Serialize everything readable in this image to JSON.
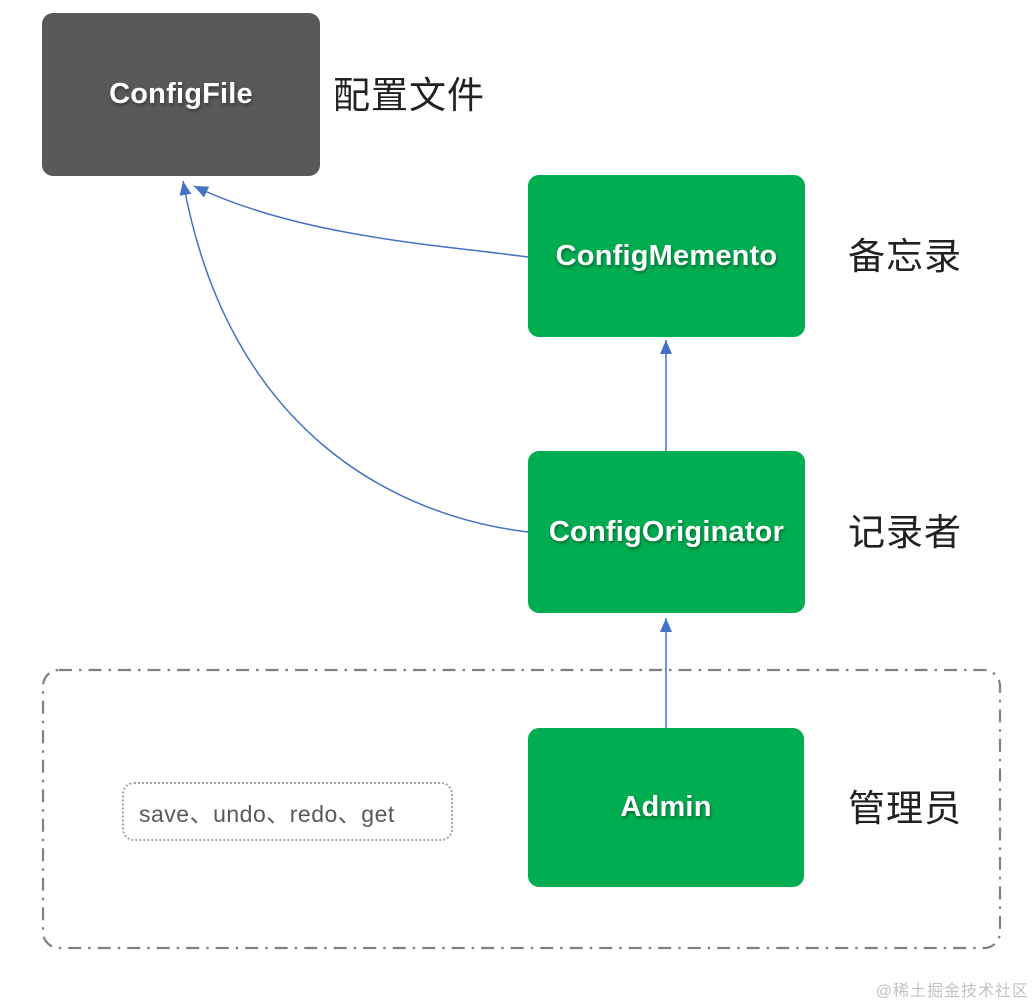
{
  "nodes": {
    "config_file": {
      "label": "ConfigFile",
      "annotation": "配置文件",
      "color": "#595959"
    },
    "config_memento": {
      "label": "ConfigMemento",
      "annotation": "备忘录",
      "color": "#00AD51"
    },
    "config_originator": {
      "label": "ConfigOriginator",
      "annotation": "记录者",
      "color": "#00AD51"
    },
    "admin": {
      "label": "Admin",
      "annotation": "管理员",
      "color": "#00AD51"
    }
  },
  "edges": [
    {
      "from": "Admin",
      "to": "ConfigOriginator"
    },
    {
      "from": "ConfigOriginator",
      "to": "ConfigMemento"
    },
    {
      "from": "ConfigMemento",
      "to": "ConfigFile"
    },
    {
      "from": "ConfigOriginator",
      "to": "ConfigFile"
    }
  ],
  "method_note": "save、undo、redo、get",
  "watermark": "@稀土掘金技术社区",
  "colors": {
    "arrow": "#4472C4",
    "boundary_border": "#808080",
    "note_border": "#a6a6a6",
    "note_text": "#595959",
    "node_text": "#ffffff",
    "annotation_text": "#212121"
  }
}
